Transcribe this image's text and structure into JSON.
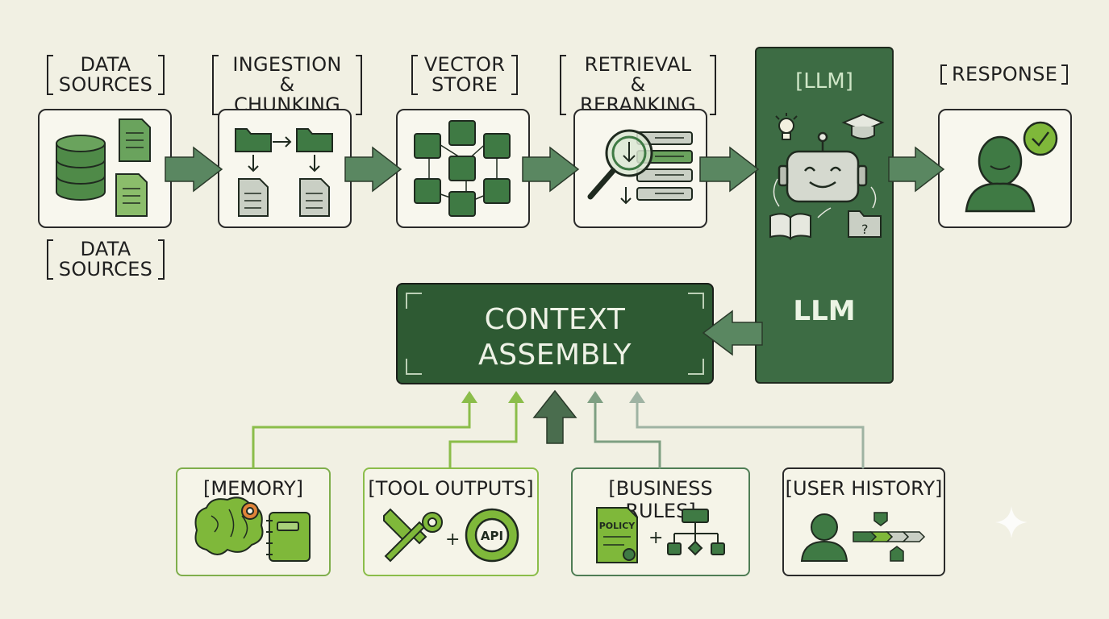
{
  "pipeline": {
    "data_sources_top": "[DATA SOURCES]",
    "data_sources_top_line1": "DATA",
    "data_sources_top_line2": "SOURCES",
    "data_sources_bottom_line1": "DATA",
    "data_sources_bottom_line2": "SOURCES",
    "ingestion_line1": "INGESTION",
    "ingestion_line2": "& CHUNKING",
    "vector_line1": "VECTOR",
    "vector_line2": "STORE",
    "retrieval_line1": "RETRIEVAL",
    "retrieval_line2": "& RERANKING",
    "llm_header": "[LLM]",
    "llm_big": "LLM",
    "response": "RESPONSE"
  },
  "context_assembly": {
    "line1": "CONTEXT",
    "line2": "ASSEMBLY"
  },
  "inputs": {
    "memory": "[MEMORY]",
    "tool_outputs": "[TOOL OUTPUTS]",
    "tool_plus": "+",
    "api": "API",
    "business_rules": "[BUSINESS RULES]",
    "policy": "POLICY",
    "rules_plus": "+",
    "user_history": "[USER HISTORY]"
  },
  "colors": {
    "background": "#f1f0e3",
    "dark_green": "#2e5a33",
    "mid_green": "#5b8f52",
    "light_green": "#8bbd4a",
    "arrow_green": "#5a8761",
    "check_green": "#7fb83a"
  }
}
